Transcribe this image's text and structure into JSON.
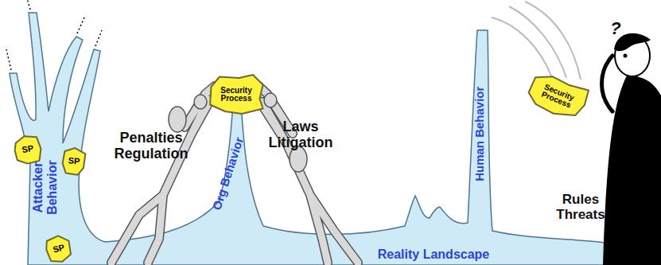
{
  "diagram": {
    "nodes": [
      {
        "text": [
          "SP"
        ]
      },
      {
        "text": [
          "SP"
        ]
      },
      {
        "text": [
          "SP"
        ]
      },
      {
        "text": [
          "Security Process"
        ]
      },
      {
        "text": [
          "Security Process"
        ]
      }
    ],
    "labels": [
      "Attacker Behavior",
      "Penalties Regulation",
      "Org Behavior",
      "Laws Litigation",
      "Human Behavior",
      "Rules Threats",
      "?",
      "Reality Landscape"
    ]
  }
}
